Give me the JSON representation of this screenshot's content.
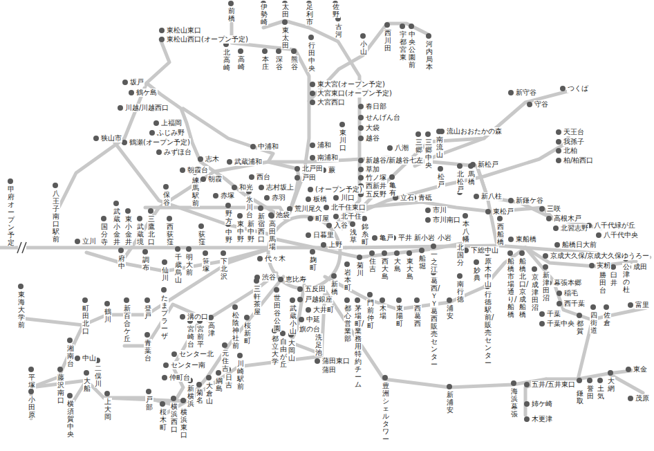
{
  "diagram": {
    "labels": [
      "東松山東口",
      "東松山西口(オープン予定)",
      "前橋",
      "伊勢崎",
      "太田",
      "東太田",
      "足利市",
      "佐野",
      "古河",
      "小山",
      "西川田",
      "宇都宮東",
      "中央公園前",
      "河内局本",
      "北高崎",
      "高崎",
      "本庄",
      "深谷",
      "熊谷",
      "行田中央",
      "東大宮(オープン予定)",
      "大宮東口(オープン予定)",
      "大宮西口",
      "春日部",
      "せんげん台",
      "大袋",
      "越谷",
      "新越谷/新越谷七左",
      "草加",
      "竹ノ塚",
      "西新井",
      "五反野",
      "八潮",
      "三郷",
      "三郷中央",
      "南流山",
      "流山おおたかの森",
      "新松戸",
      "松戸",
      "北松戸",
      "馬橋",
      "坂戸",
      "鶴ケ島",
      "川越/川越西口",
      "上福岡",
      "ふじみ野",
      "鶴瀬(オープン予定)",
      "みずほ台",
      "志木",
      "朝霞台",
      "朝霞",
      "和光",
      "赤塚",
      "氷川台",
      "狭山市",
      "中浦和",
      "浦和",
      "武蔵浦和",
      "南浦和",
      "東川口",
      "北戸田",
      "戸田",
      "蕨",
      "(オープン予定)",
      "川口",
      "板橋",
      "西台",
      "志村坂上",
      "赤羽",
      "荒川尾久",
      "北千住東口",
      "北千住",
      "町屋",
      "入谷",
      "日暮里",
      "上野",
      "池袋",
      "甲府オープン予定",
      "八王子南口駅前",
      "保谷",
      "練馬駅前",
      "野方",
      "中野",
      "東中野",
      "新中野",
      "新宿西口",
      "高田馬場",
      "立川",
      "国分寺",
      "武蔵小金井",
      "東小金井",
      "武蔵境",
      "三鷹北口",
      "西荻窪",
      "荻窪",
      "府中",
      "調布",
      "仙川",
      "千歳烏山",
      "明大前",
      "笹塚",
      "下北沢",
      "代々木",
      "渋谷",
      "三軒茶屋",
      "麹町",
      "浅草",
      "錦糸町",
      "亀戸",
      "平井",
      "新小岩",
      "小岩",
      "市川",
      "市川南口",
      "本八幡",
      "下総中山",
      "一之江",
      "船堀",
      "東大島",
      "大島",
      "西大島",
      "住吉",
      "菊川",
      "岩本町",
      "新橋",
      "都心営業部",
      "茅場町/業務用特約チーム",
      "門前仲町",
      "木場",
      "東陽町",
      "西葛西",
      "葛西/ＹＹ葛西販売センター",
      "南行徳",
      "浦安",
      "妙典",
      "原木中山",
      "行徳駅前/販売センター",
      "新浦安",
      "豊洲シェルタワー",
      "海浜幕張",
      "新守谷",
      "守谷",
      "つくば",
      "天王台",
      "我孫子",
      "北柏",
      "柏/柏西口",
      "亀有",
      "立石",
      "青砥",
      "新八柱",
      "北国分",
      "新鎌ケ谷",
      "東松戸",
      "三咲",
      "高根木戸",
      "北習志野",
      "八千代緑が丘",
      "八千代中央",
      "船橋日大前",
      "京成大久保/京成大久保ゆうろー",
      "実籾",
      "西船橋",
      "東船橋",
      "船橋市場通り/船橋",
      "船橋北口/京成船橋",
      "京成津田沼",
      "新津田沼",
      "幕張本郷",
      "稲毛",
      "西千葉",
      "千葉",
      "千葉中央",
      "都賀",
      "四街道",
      "佐倉",
      "富里",
      "成田",
      "公津の杜",
      "臼井",
      "勝田台",
      "東海大学前",
      "町田北口",
      "鶴川",
      "新百合ケ丘",
      "登戸",
      "青葉台",
      "たまプラーザ",
      "溝の口",
      "高津",
      "宮崎台",
      "宮前平",
      "センター北",
      "センター南",
      "仲町台",
      "新横浜",
      "菊名",
      "大倉山",
      "綱島",
      "日吉",
      "元住吉",
      "川崎駅前",
      "松陰神社前",
      "桜新町",
      "世田谷公園",
      "恵比寿",
      "五反田",
      "戸越銀座",
      "大井町",
      "中延",
      "旗の台",
      "武蔵小山",
      "都立大学",
      "自由が丘",
      "大岡山",
      "洗足池",
      "蒲田東口",
      "蒲田",
      "湘南台",
      "藤沢南口",
      "中山",
      "二俣川",
      "大船",
      "平塚",
      "小田原",
      "横須賀中央",
      "上大岡",
      "戸部",
      "桜木町",
      "横浜西口",
      "横浜東口",
      "五井/五井東口",
      "姉ケ崎",
      "木更津",
      "鎌取",
      "誉田",
      "土気",
      "大網",
      "東金",
      "茂原"
    ]
  }
}
